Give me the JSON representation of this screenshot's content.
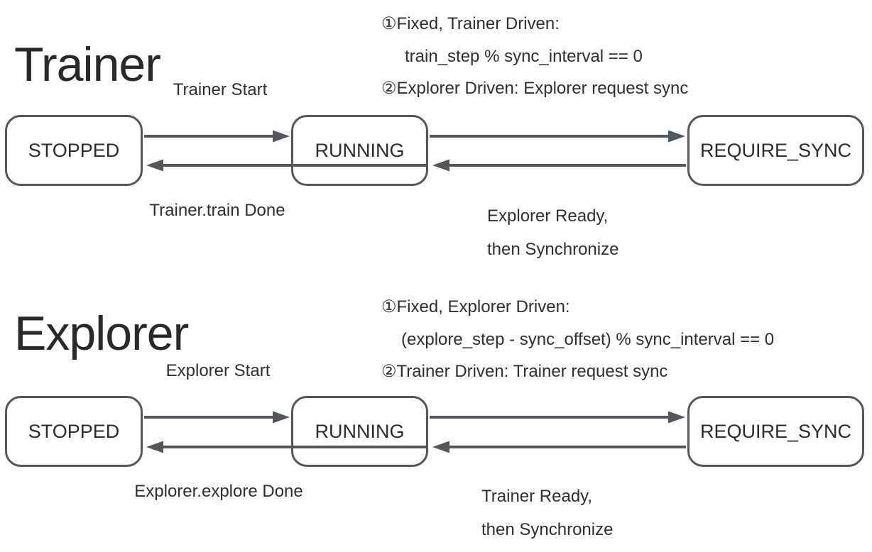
{
  "colors": {
    "background": "#fdfdfd",
    "text": "#2e2f31",
    "title_text": "#28292b",
    "state_border": "#54575a",
    "state_fill": "#ffffff",
    "arrow": "#54575a"
  },
  "diagrams": [
    {
      "title": "Trainer",
      "notes": [
        "①Fixed, Trainer Driven:",
        "train_step % sync_interval == 0",
        "②Explorer Driven: Explorer request sync"
      ],
      "states": [
        "STOPPED",
        "RUNNING",
        "REQUIRE_SYNC"
      ],
      "transitions": {
        "start": "Trainer Start",
        "done": "Trainer.train Done",
        "sync_line1": "Explorer Ready,",
        "sync_line2": "then Synchronize"
      }
    },
    {
      "title": "Explorer",
      "notes": [
        "①Fixed, Explorer Driven:",
        "(explore_step - sync_offset) % sync_interval == 0",
        "②Trainer Driven: Trainer request sync"
      ],
      "states": [
        "STOPPED",
        "RUNNING",
        "REQUIRE_SYNC"
      ],
      "transitions": {
        "start": "Explorer Start",
        "done": "Explorer.explore Done",
        "sync_line1": "Trainer Ready,",
        "sync_line2": "then Synchronize"
      }
    }
  ]
}
